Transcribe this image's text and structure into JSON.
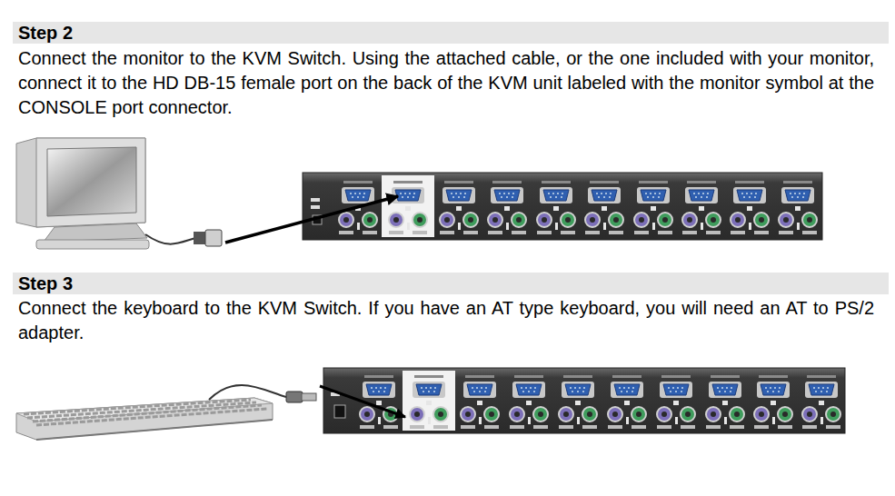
{
  "diagram": {
    "nodes": [
      {
        "text": [
          "Step 2"
        ]
      },
      {
        "text": [
          "Step 3"
        ]
      }
    ],
    "labels": [
      "Connect the monitor to the KVM Switch. Using the attached cable, or the one included with your monitor, connect it to the HD DB-15 female port on the back of the KVM unit labeled with the monitor symbol at the CONSOLE port connector.",
      "Connect the keyboard to the KVM Switch. If you have an AT type keyboard, you will need an AT to PS/2 adapter."
    ]
  }
}
